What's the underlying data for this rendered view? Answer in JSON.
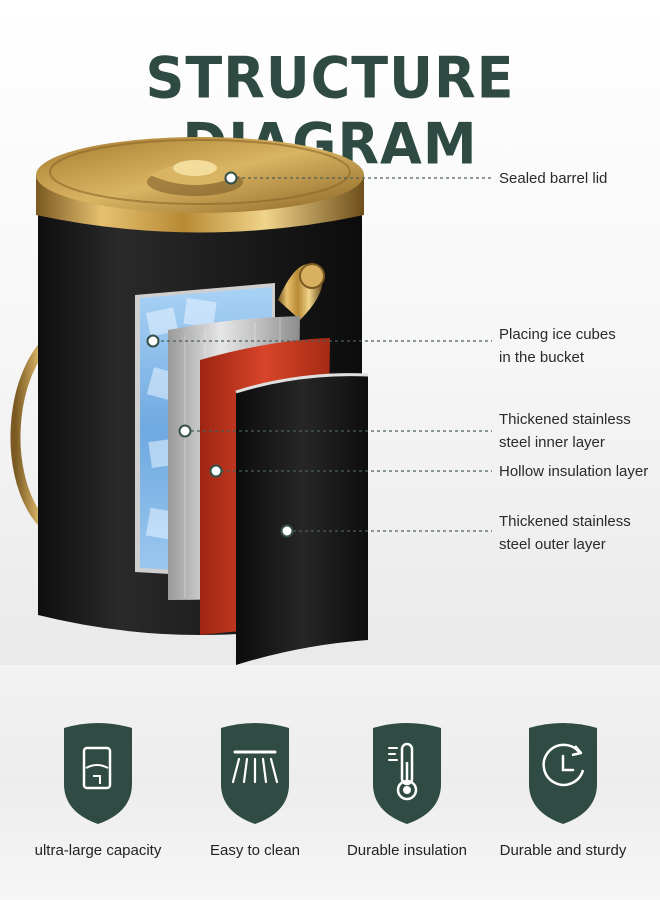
{
  "header": {
    "title": "STRUCTURE DIAGRAM"
  },
  "callouts": [
    {
      "id": "lid",
      "lines": [
        "Sealed barrel lid"
      ]
    },
    {
      "id": "ice",
      "lines": [
        "Placing ice cubes",
        "in the bucket"
      ]
    },
    {
      "id": "inner",
      "lines": [
        "Thickened stainless",
        "steel inner layer"
      ]
    },
    {
      "id": "hollow",
      "lines": [
        "Hollow insulation layer"
      ]
    },
    {
      "id": "outer",
      "lines": [
        "Thickened stainless",
        "steel outer layer"
      ]
    }
  ],
  "features": [
    {
      "label": "ultra-large capacity",
      "icon": "cup-icon"
    },
    {
      "label": "Easy to clean",
      "icon": "shower-icon"
    },
    {
      "label": "Durable insulation",
      "icon": "thermometer-icon"
    },
    {
      "label": "Durable and sturdy",
      "icon": "clock-icon"
    }
  ],
  "colors": {
    "title": "#2e4a42",
    "badge": "#2f4b43",
    "gold": "#c9a04a",
    "bucket": "#1a1a1a",
    "insulation": "#c8381e",
    "ice": "#7fb4e6"
  }
}
